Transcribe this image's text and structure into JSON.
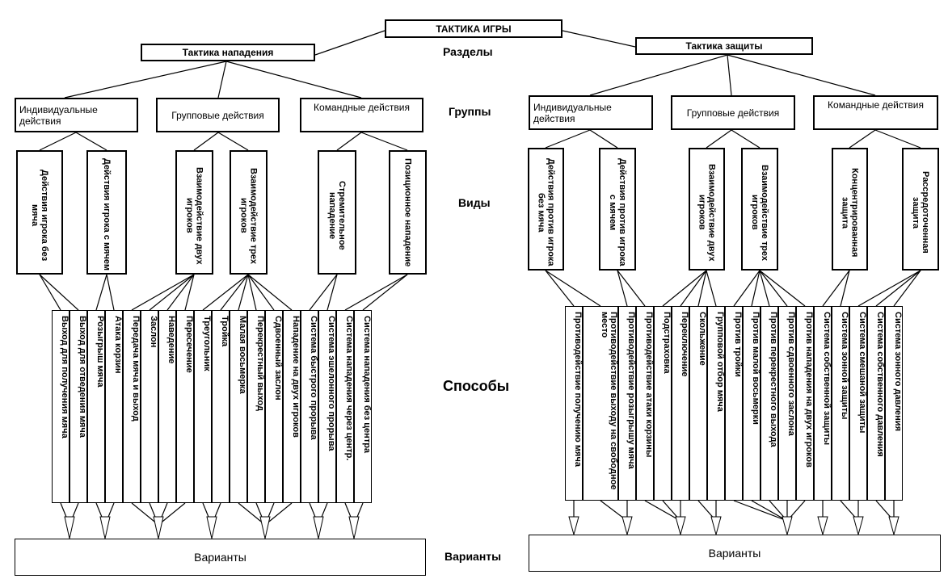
{
  "title": "ТАКТИКА ИГРЫ",
  "labels": {
    "sections": "Разделы",
    "groups": "Группы",
    "kinds": "Виды",
    "methods": "Способы",
    "variants": "Варианты"
  },
  "attack": {
    "title": "Тактика нападения",
    "groups": [
      "Индивидуальные действия",
      "Групповые действия",
      "Командные действия"
    ],
    "kinds": [
      "Действия игрока без мяча",
      "Действия игрока с мячем",
      "Взаимодействие двух игроков",
      "Взаимодействие трех игроков",
      "Стремительное нападение",
      "Позиционное нападение"
    ],
    "methods": [
      "Выход для получения мяча",
      "Выход для отведения мяча",
      "Розыгрыш мяча",
      "Атака корзин",
      "Передача мяча и выход",
      "Заслон",
      "Наведение",
      "Пересечение",
      "Треугольник",
      "Тройка",
      "Малая восьмерка",
      "Перекрестный выход",
      "Сдвоенный заслон",
      "Нападение на двух игроков",
      "Система быстрого прорыва",
      "Система эшелонного прорыва",
      "Система нападения через центр.",
      "Система нападения без центра"
    ],
    "variants": "Варианты"
  },
  "defense": {
    "title": "Тактика защиты",
    "groups": [
      "Индивидуальные действия",
      "Групповые действия",
      "Командные действия"
    ],
    "kinds": [
      "Действия против игрока без мяча",
      "Действия против игрока с мячем",
      "Взаимодействие двух игроков",
      "Взаимодействие трех игроков",
      "Концентрированная защита",
      "Рассредоточенная защита"
    ],
    "methods": [
      "Противодействие получению мяча",
      "Противодействие выходу на свободное место",
      "Противодействие розыгрышу мяча",
      "Противодействие атаки корзины",
      "Подстраховка",
      "Переключение",
      "Скольжение",
      "Групповой отбор мяча",
      "Против тройки",
      "Против малой восьмерки",
      "Против перекрестного выхода",
      "Против сдвоенного заслона",
      "Против нападения на двух игроков",
      "Система собственной защиты",
      "Система зонной защиты",
      "Система смешаной защиты",
      "Система собственного давления",
      "Система зонного давления"
    ],
    "variants": "Варианты"
  }
}
